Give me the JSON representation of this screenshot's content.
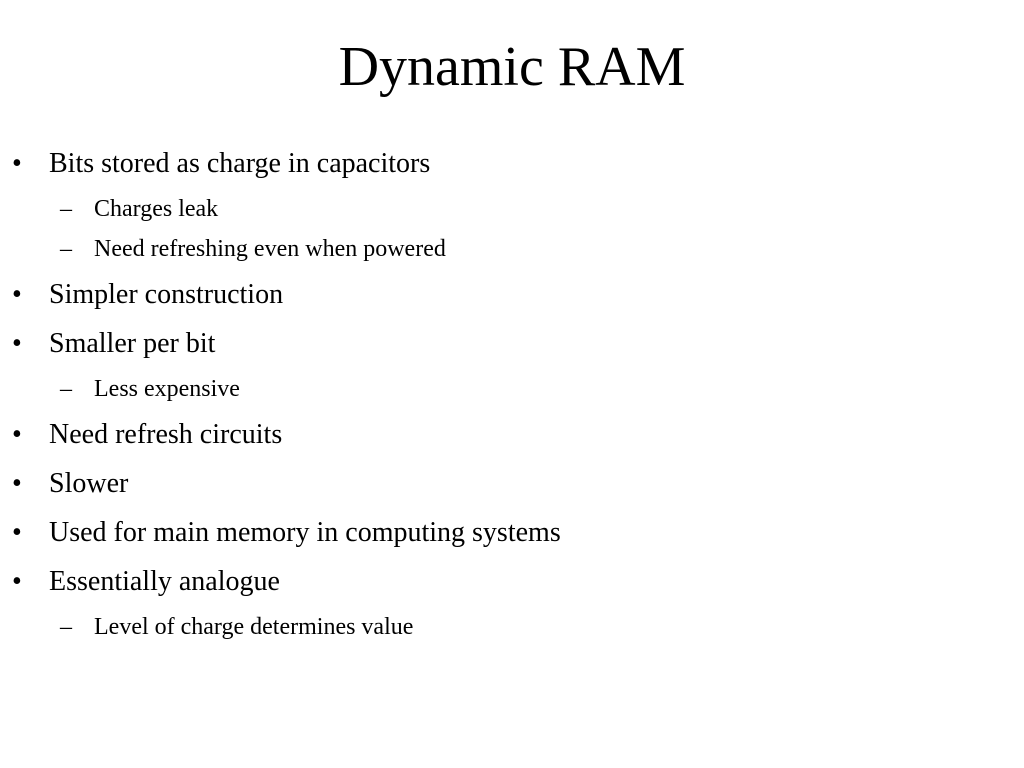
{
  "slide": {
    "title": "Dynamic RAM",
    "bullet_glyph": "•",
    "dash_glyph": "–",
    "items": [
      {
        "text": "Bits stored as charge in capacitors",
        "subitems": [
          "Charges leak",
          "Need refreshing even when powered"
        ]
      },
      {
        "text": "Simpler construction",
        "subitems": []
      },
      {
        "text": "Smaller per bit",
        "subitems": [
          "Less expensive"
        ]
      },
      {
        "text": "Need refresh circuits",
        "subitems": []
      },
      {
        "text": "Slower",
        "subitems": []
      },
      {
        "text": "Used for main memory in computing systems",
        "subitems": []
      },
      {
        "text": "Essentially analogue",
        "subitems": [
          "Level of charge determines value"
        ]
      }
    ]
  }
}
